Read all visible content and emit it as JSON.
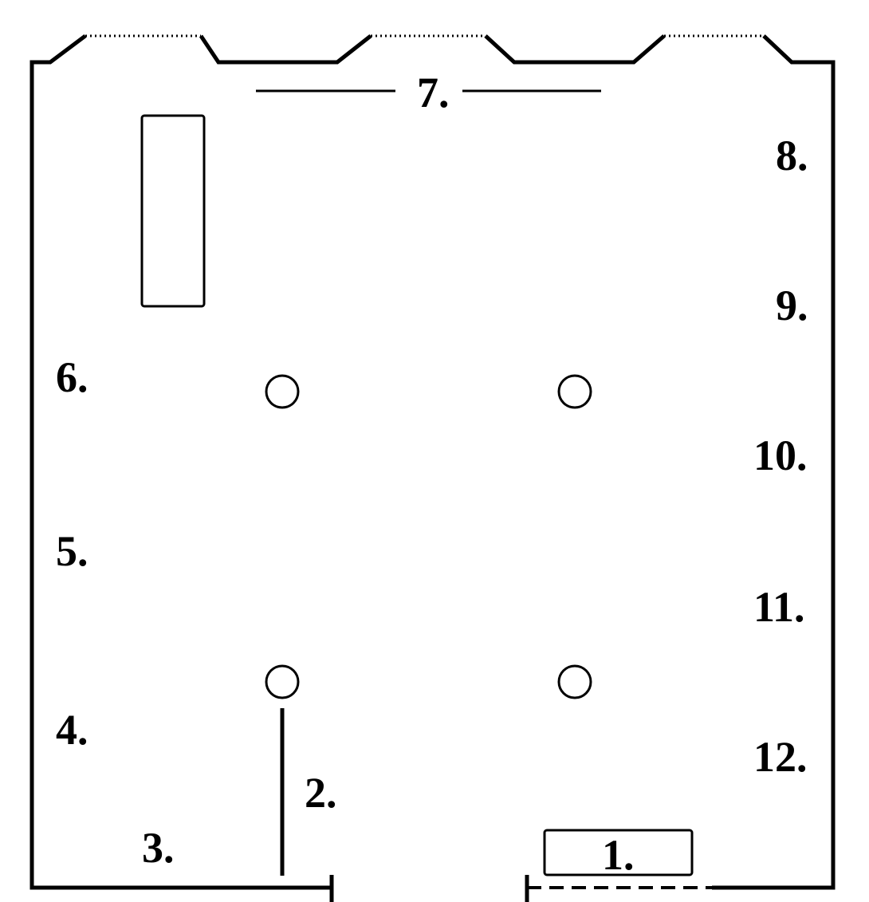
{
  "labels": {
    "l1": "1.",
    "l2": "2.",
    "l3": "3.",
    "l4": "4.",
    "l5": "5.",
    "l6": "6.",
    "l7": "7.",
    "l8": "8.",
    "l9": "9.",
    "l10": "10.",
    "l11": "11.",
    "l12": "12."
  },
  "colors": {
    "stroke": "#000000",
    "background": "#ffffff"
  }
}
